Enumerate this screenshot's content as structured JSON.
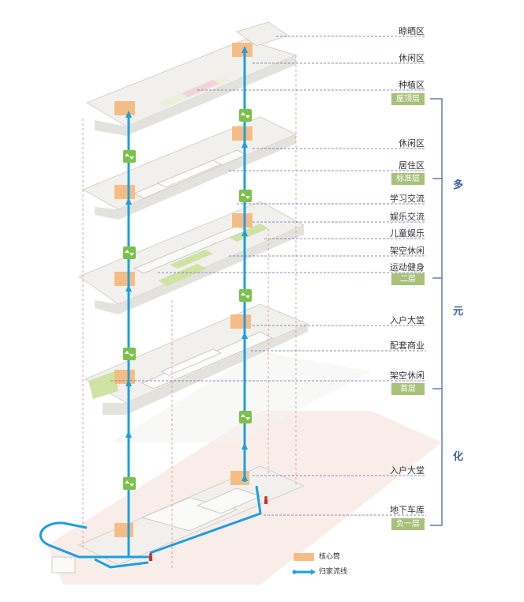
{
  "zone_labels": [
    {
      "id": "z-sunning",
      "text": "晾晒区"
    },
    {
      "id": "z-leisure-roof",
      "text": "休闲区"
    },
    {
      "id": "z-planting",
      "text": "种植区"
    },
    {
      "id": "z-leisure-std",
      "text": "休闲区"
    },
    {
      "id": "z-living",
      "text": "居住区"
    },
    {
      "id": "z-study",
      "text": "学习交流"
    },
    {
      "id": "z-entertain",
      "text": "娱乐交流"
    },
    {
      "id": "z-kids",
      "text": "儿童娱乐"
    },
    {
      "id": "z-stilt-2",
      "text": "架空休闲"
    },
    {
      "id": "z-sport",
      "text": "运动健身"
    },
    {
      "id": "z-lobby-1",
      "text": "入户大堂"
    },
    {
      "id": "z-retail",
      "text": "配套商业"
    },
    {
      "id": "z-stilt-1",
      "text": "架空休闲"
    },
    {
      "id": "z-lobby-b1",
      "text": "入户大堂"
    },
    {
      "id": "z-garage",
      "text": "地下车库"
    }
  ],
  "floor_badges": [
    {
      "id": "roof",
      "text": "屋顶层"
    },
    {
      "id": "standard",
      "text": "标准层"
    },
    {
      "id": "second",
      "text": "二层"
    },
    {
      "id": "ground",
      "text": "首层"
    },
    {
      "id": "basement",
      "text": "负一层"
    }
  ],
  "side_title": [
    "多",
    "元",
    "化"
  ],
  "legend": {
    "core_label": "核心筒",
    "route_label": "归家流线"
  },
  "colors": {
    "core": "#f5bd86",
    "route": "#1d9fe0",
    "badge": "#a8c07a",
    "bracket": "#3b5fa8",
    "leader": "#5c6fae",
    "lift_icon": "#7cc14a",
    "green_area": "#cfe3a4",
    "slab_top": "#f1f0ed",
    "slab_edge": "#d4d2cc",
    "partition": "#fafaf8",
    "ground_pink": "#f6e6df",
    "vertical_red": "#e28a8a",
    "person": "#d62a2a"
  },
  "icons": {
    "lift": "elevator-icon",
    "person": "person-icon"
  }
}
